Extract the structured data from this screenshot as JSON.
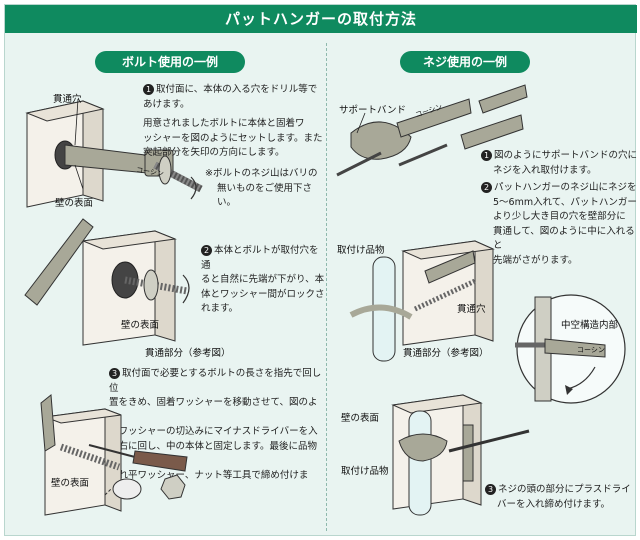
{
  "header": {
    "title": "パットハンガーの取付方法"
  },
  "left": {
    "heading": "ボルト使用の一例",
    "step1": {
      "num": "1",
      "line1": "取付面に、本体の入る穴をドリル等で",
      "line2": "あけます。",
      "line3": "用意されましたボルトに本体と固着ワ",
      "line4": "ッシャーを図のようにセットします。また",
      "line5": "突起部分を矢印の方向にします。",
      "note1": "※ボルトのネジ山はバリの",
      "note2": "無いものをご使用下さい。"
    },
    "step2": {
      "num": "2",
      "line1": "本体とボルトが取付穴を通",
      "line2": "ると自然に先端が下がり、本",
      "line3": "体とワッシャー間がロックさ",
      "line4": "れます。"
    },
    "step3": {
      "num": "3",
      "line1": "取付面で必要とするボルトの長さを指先で回し位",
      "line2": "置をきめ、固着ワッシャーを移動させて、図のよう",
      "line3": "にワッシャーの切込みにマイナスドライバーを入",
      "line4": "れ右に回し、中の本体と固定します。最後に品物を",
      "line5": "入れ平ワッシャー、ナット等工具で締め付けます。"
    },
    "labels": {
      "through_hole": "貫通穴",
      "wall_surface_1": "壁の表面",
      "wall_surface_2": "壁の表面",
      "through_part": "貫通部分（参考図）",
      "wall_surface_3": "壁の表面",
      "brand": "コーシン"
    }
  },
  "right": {
    "heading": "ネジ使用の一例",
    "step1": {
      "num": "1",
      "line1": "図のようにサポートバンドの穴に",
      "line2": "ネジを入れ取付けます。"
    },
    "step2": {
      "num": "2",
      "line1": "パットハンガーのネジ山にネジを",
      "line2": "5～6mm入れて、パットハンガー",
      "line3": "より少し大き目の穴を壁部分に",
      "line4": "貫通して、図のように中に入れると",
      "line5": "先端がさがります。"
    },
    "step3": {
      "num": "3",
      "line1": "ネジの頭の部分にプラスドライ",
      "line2": "バーを入れ締め付けます。"
    },
    "labels": {
      "support_band": "サポートバンド",
      "fixture_1": "取付け品物",
      "through_hole": "貫通穴",
      "through_part": "貫通部分（参考図）",
      "hollow_inside": "中空構造内部",
      "wall_surface": "壁の表面",
      "fixture_2": "取付け品物",
      "brand": "コーシン"
    }
  },
  "colors": {
    "header_green": "#0f8a5f",
    "panel_bg": "#e9f4f1",
    "wall": "#f4f1ea",
    "metal": "#a8a898",
    "dark": "#333333"
  }
}
